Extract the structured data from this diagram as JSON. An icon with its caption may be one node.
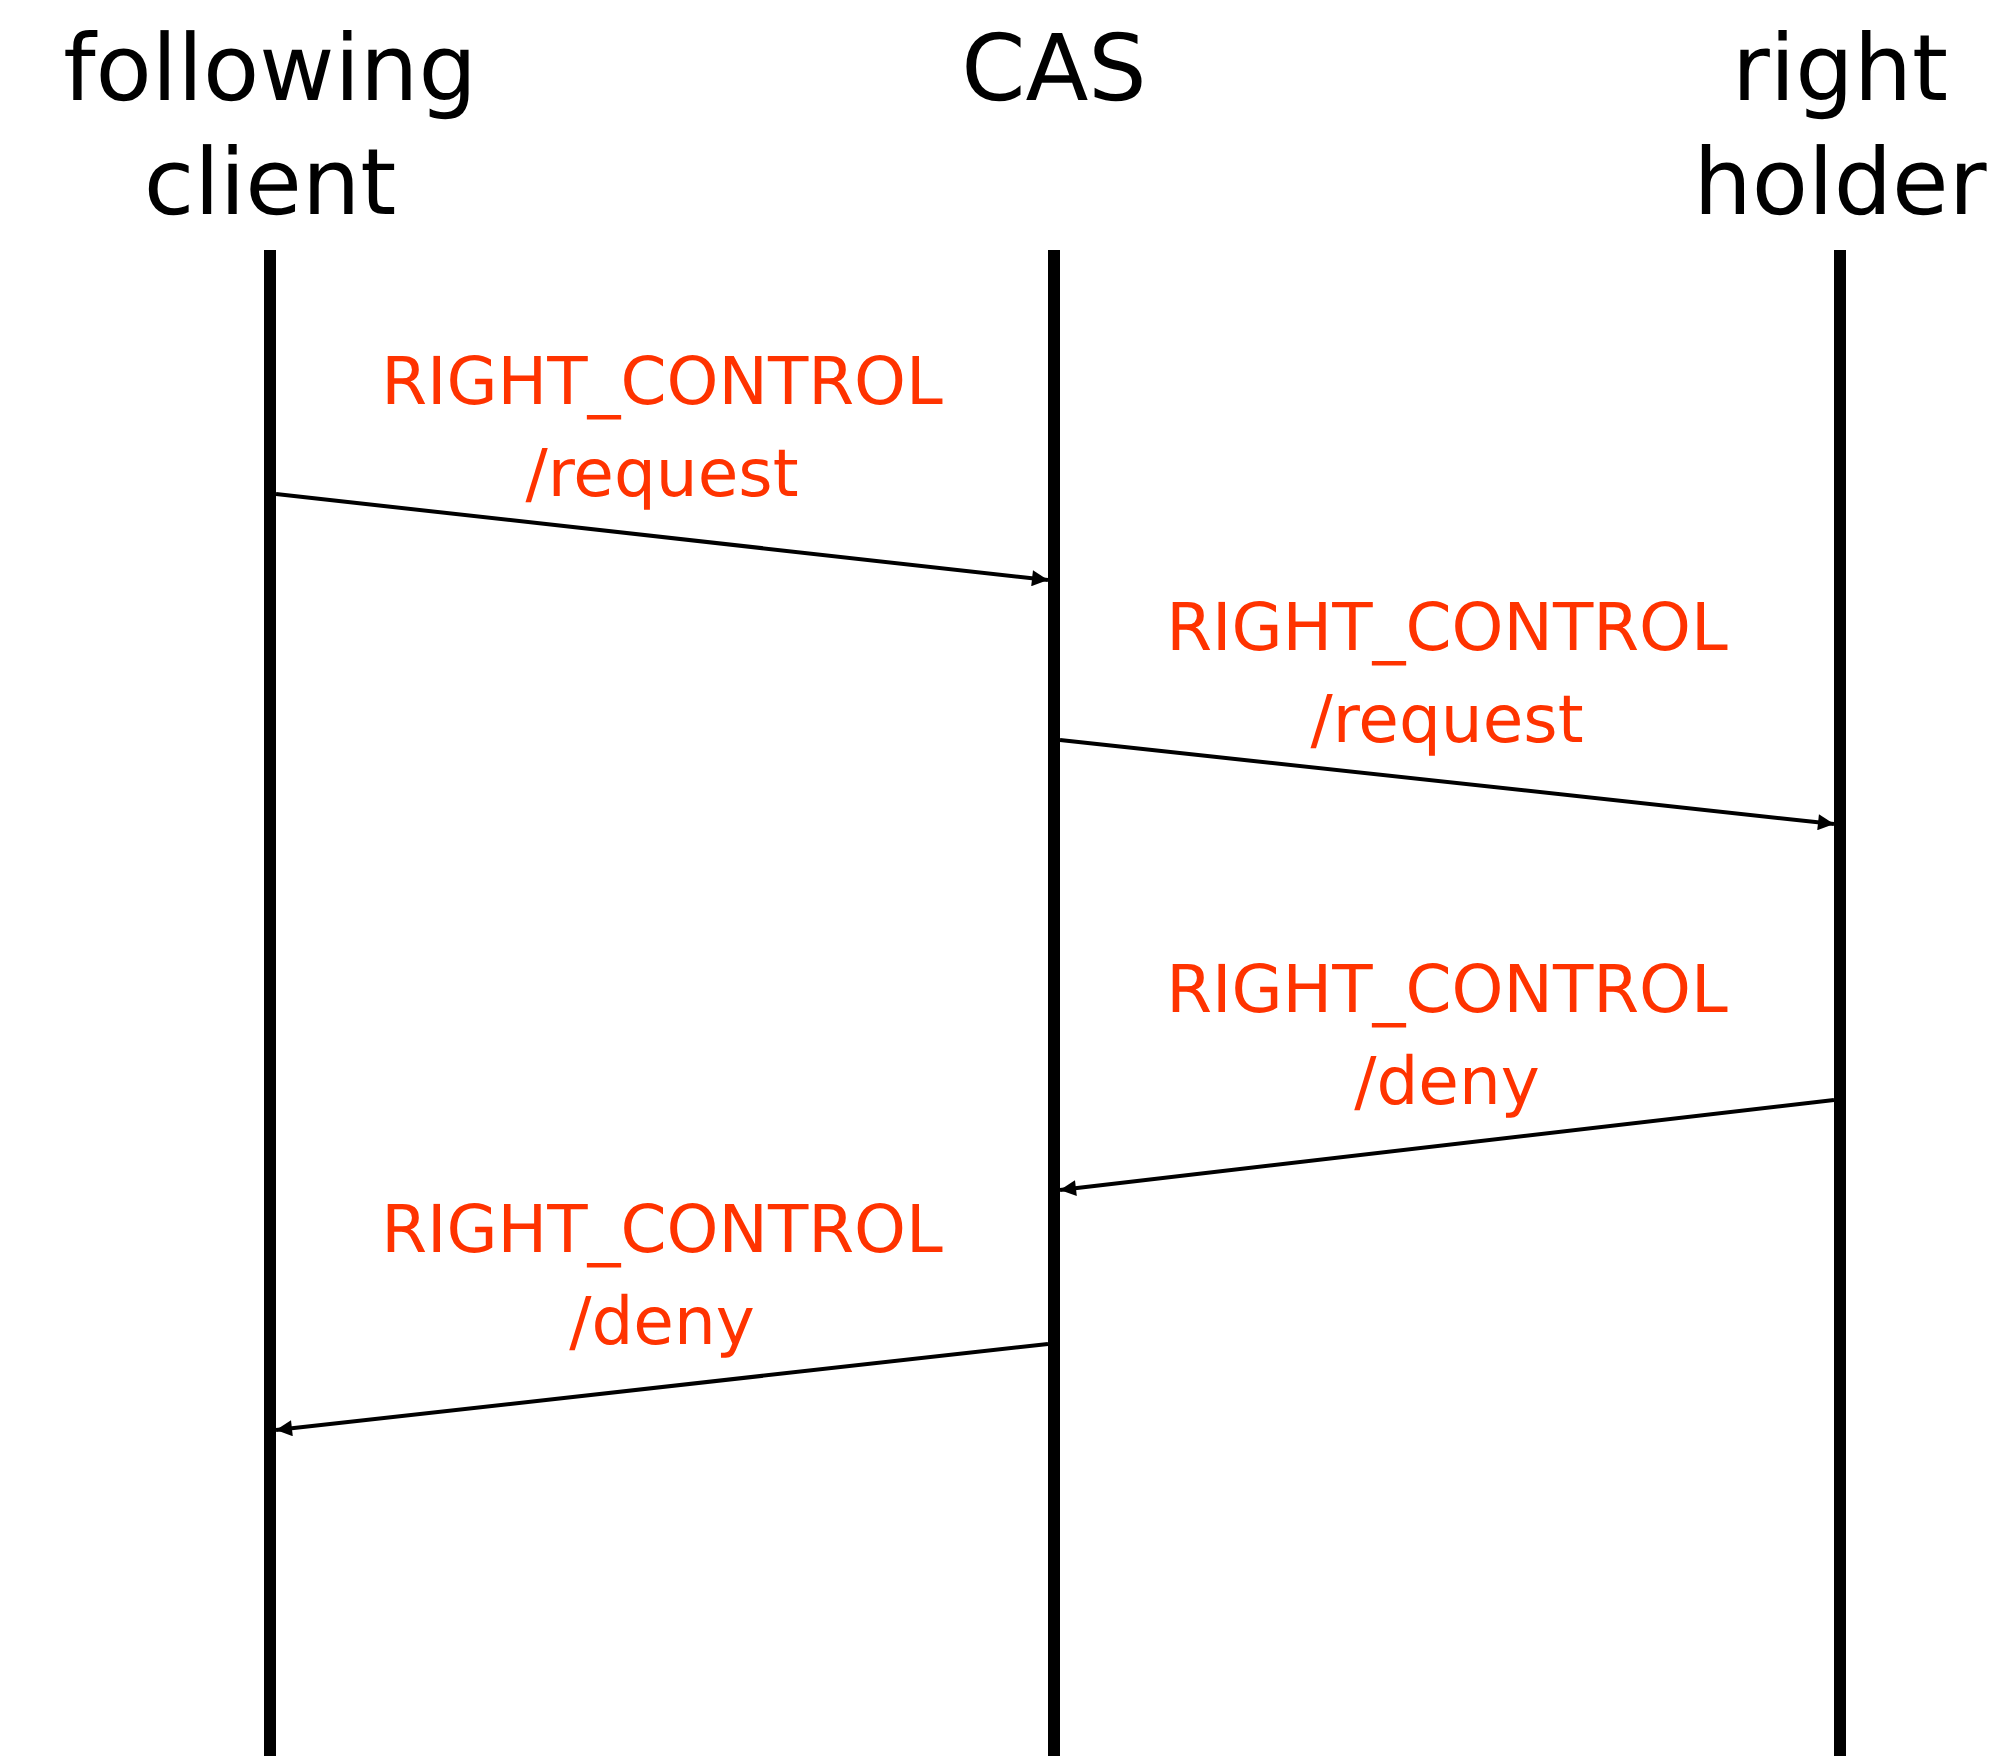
{
  "diagram": {
    "nodes": [
      {
        "text": [
          "following client"
        ]
      },
      {
        "text": [
          "CAS"
        ]
      },
      {
        "text": [
          "right holder"
        ]
      }
    ],
    "edges": [
      {
        "from": 0,
        "to": 1,
        "arrow": "to",
        "label": "RIGHT_CONTROL /request"
      },
      {
        "from": 1,
        "to": 2,
        "arrow": "to",
        "label": "RIGHT_CONTROL /request"
      },
      {
        "from": 2,
        "to": 1,
        "arrow": "to",
        "label": "RIGHT_CONTROL /deny"
      },
      {
        "from": 1,
        "to": 0,
        "arrow": "to",
        "label": "RIGHT_CONTROL /deny"
      }
    ]
  }
}
